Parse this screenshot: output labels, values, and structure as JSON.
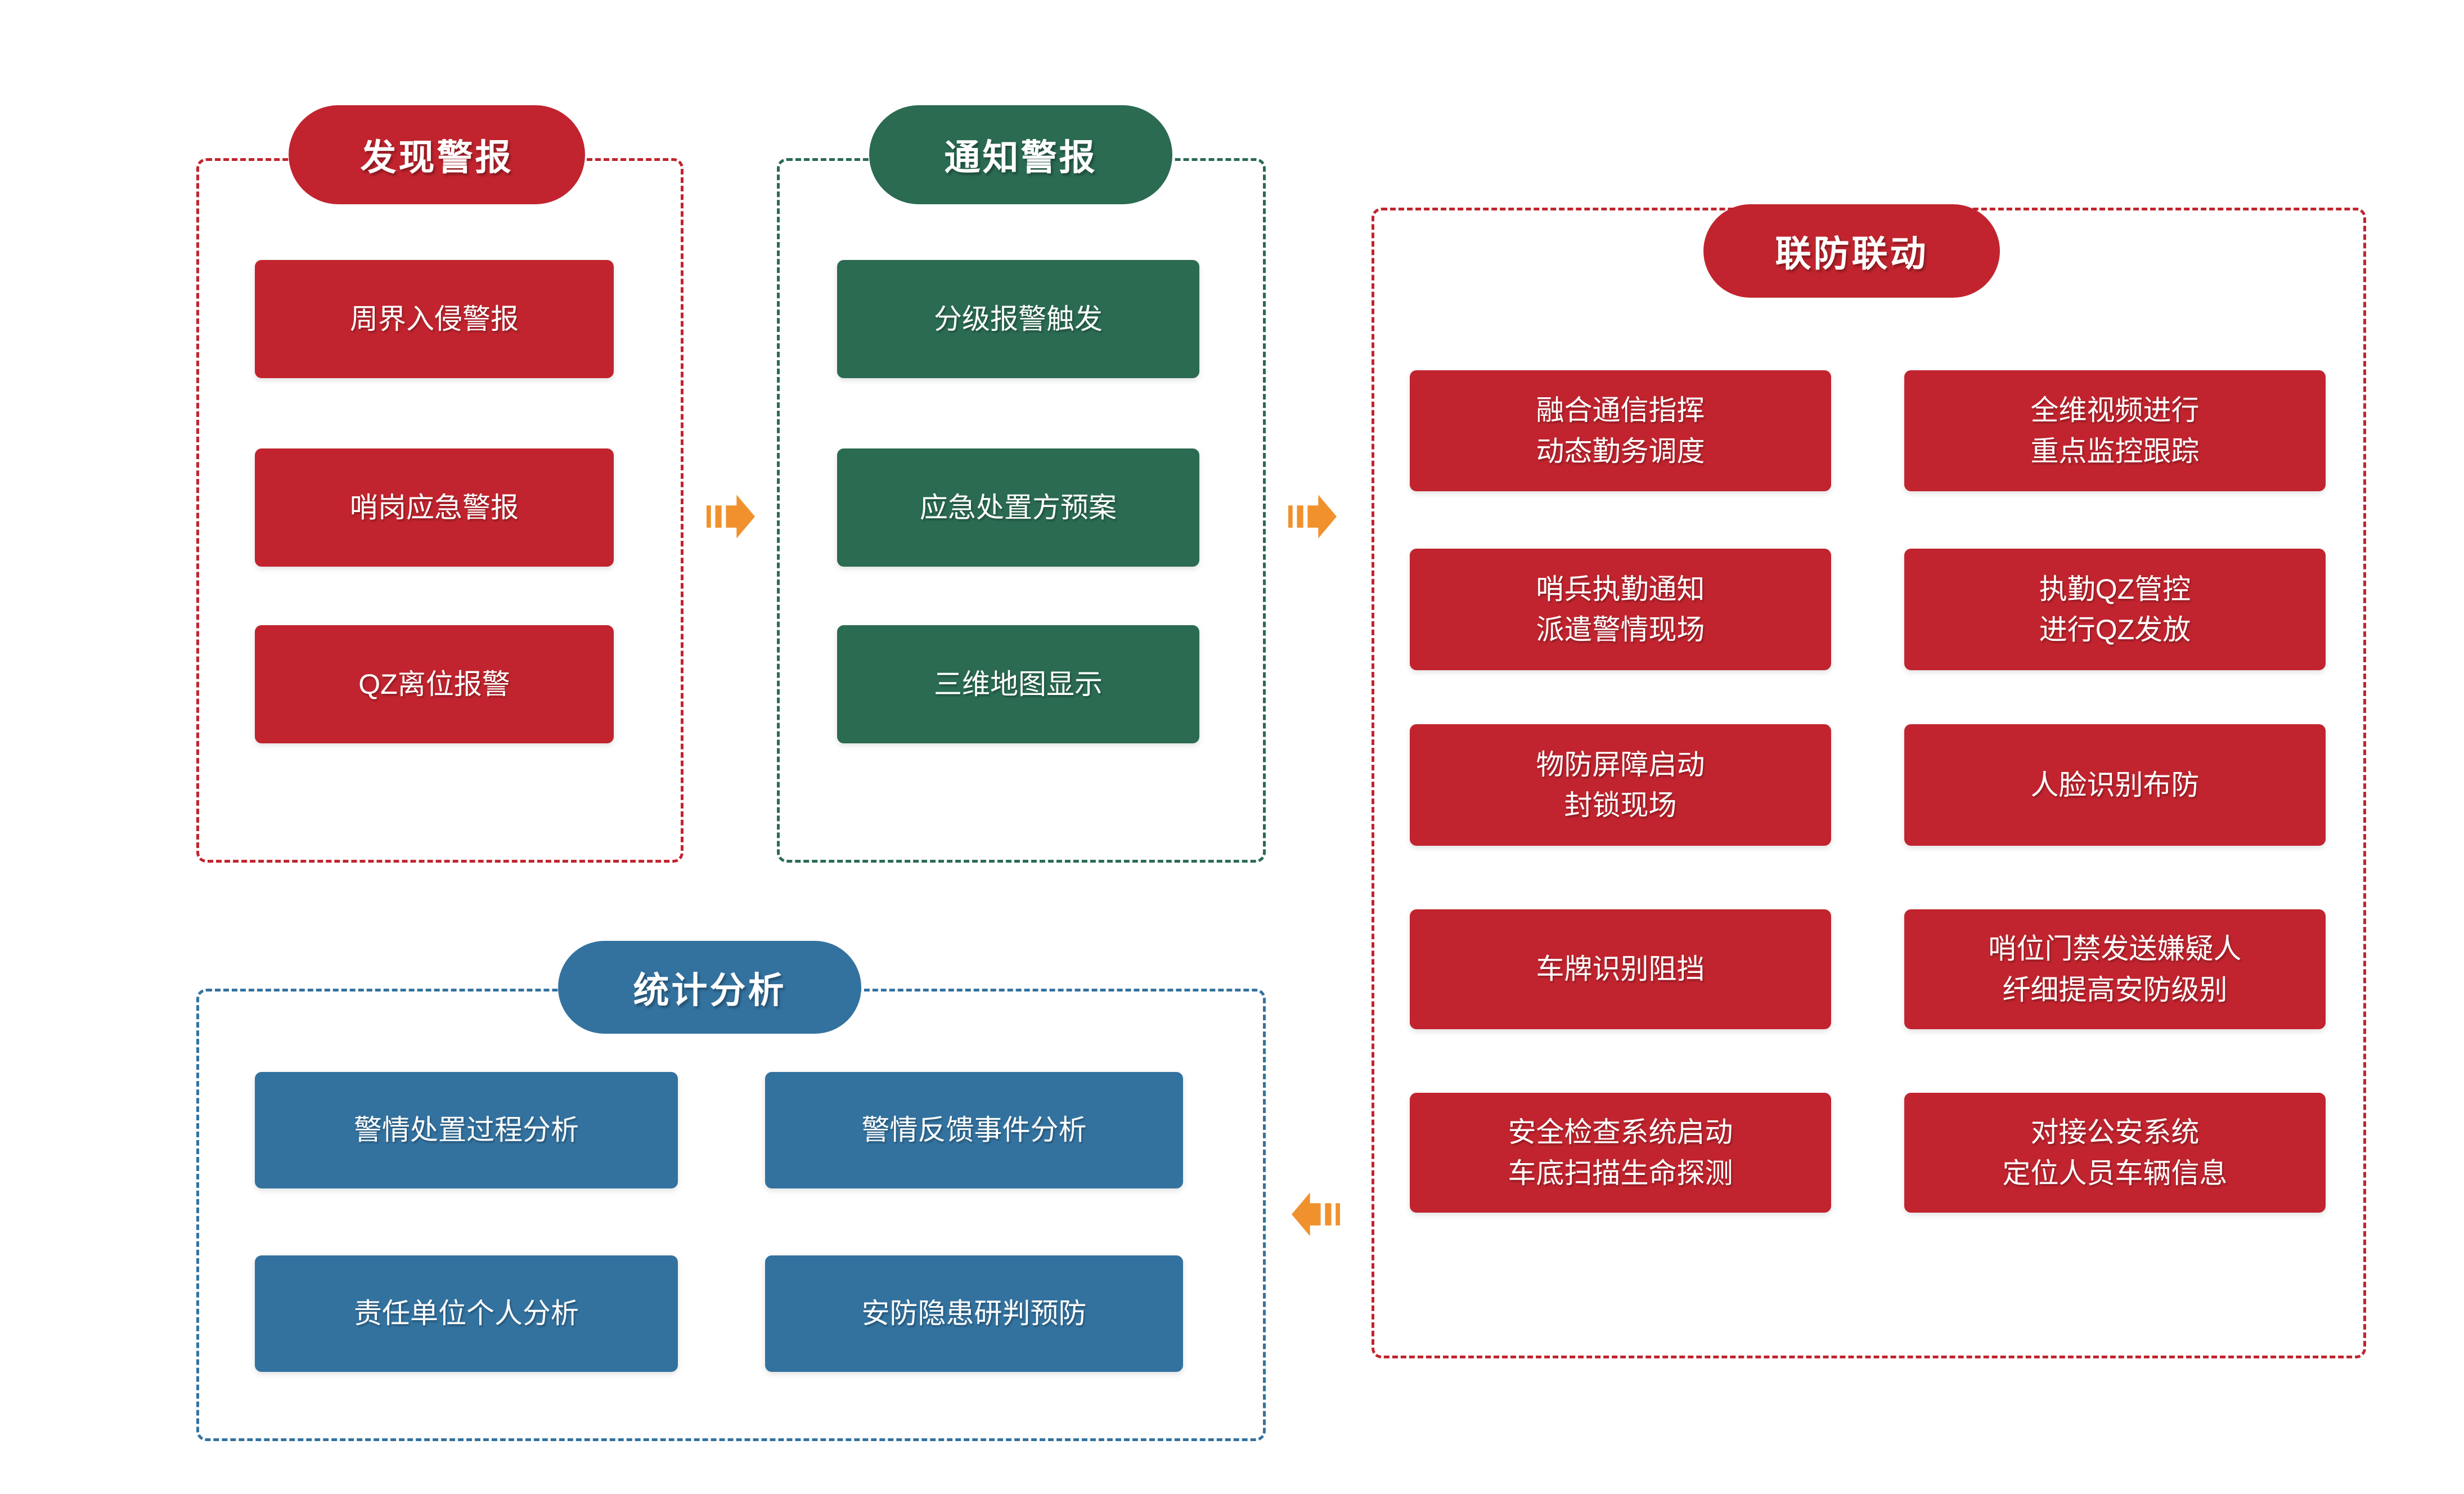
{
  "colors": {
    "red": "#C1242E",
    "green": "#2A6B52",
    "blue": "#33729F",
    "orange": "#F0912D",
    "background": "#FFFFFF"
  },
  "sections": {
    "discover": {
      "title": "发现警报",
      "items": [
        "周界入侵警报",
        "哨岗应急警报",
        "QZ离位报警"
      ]
    },
    "notify": {
      "title": "通知警报",
      "items": [
        "分级报警触发",
        "应急处置方预案",
        "三维地图显示"
      ]
    },
    "joint": {
      "title": "联防联动",
      "left_items": [
        "融合通信指挥\n动态勤务调度",
        "哨兵执勤通知\n派遣警情现场",
        "物防屏障启动\n封锁现场",
        "车牌识别阻挡",
        "安全检查系统启动\n车底扫描生命探测"
      ],
      "right_items": [
        "全维视频进行\n重点监控跟踪",
        "执勤QZ管控\n进行QZ发放",
        "人脸识别布防",
        "哨位门禁发送嫌疑人\n纤细提高安防级别",
        "对接公安系统\n定位人员车辆信息"
      ]
    },
    "stats": {
      "title": "统计分析",
      "left_items": [
        "警情处置过程分析",
        "责任单位个人分析"
      ],
      "right_items": [
        "警情反馈事件分析",
        "安防隐患研判预防"
      ]
    }
  },
  "arrows": [
    {
      "name": "discover-to-notify",
      "direction": "right"
    },
    {
      "name": "notify-to-joint",
      "direction": "right"
    },
    {
      "name": "joint-to-stats",
      "direction": "left"
    }
  ]
}
